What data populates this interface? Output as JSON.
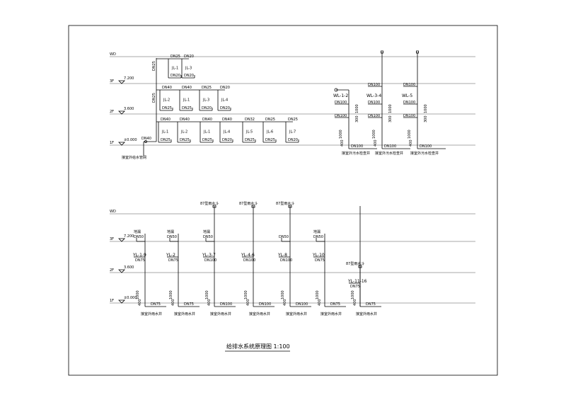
{
  "drawing_title": "给排水系统原理图 1:100",
  "levels": [
    {
      "floor": "WD",
      "elev": ""
    },
    {
      "floor": "3F",
      "elev": "7.200"
    },
    {
      "floor": "2F",
      "elev": "3.600"
    },
    {
      "floor": "1F",
      "elev": "±0.000"
    }
  ],
  "supply": {
    "inlet": "DN40",
    "inlet_note": "接室外给水管网",
    "riser_labels": [
      "DN25",
      "DN25"
    ],
    "row3": {
      "pipe": [
        "DN25",
        "DN20"
      ],
      "units": [
        "JL-1",
        "JL-3"
      ],
      "below": [
        "DN20",
        "DN20"
      ]
    },
    "row2": {
      "pipe": [
        "DN40",
        "DN40",
        "DN25",
        "DN20"
      ],
      "units": [
        "JL-2",
        "JL-1",
        "JL-3",
        "JL-4"
      ],
      "below": [
        "DN25",
        "DN25",
        "DN20",
        "DN20"
      ]
    },
    "row1": {
      "pipe": [
        "DN40",
        "DN40",
        "DN40",
        "DN40",
        "DN32",
        "DN25",
        "DN25"
      ],
      "units": [
        "JL-1",
        "JL-2",
        "JL-1",
        "JL-4",
        "JL-5",
        "JL-6",
        "JL-7"
      ],
      "below": [
        "DN25",
        "DN25",
        "DN25",
        "DN20",
        "DN25",
        "DN25",
        "DN20"
      ]
    }
  },
  "waste": {
    "units": [
      {
        "label": "WL-1-2",
        "dn": "DN100",
        "floor2": "DN100",
        "base": "DN100"
      },
      {
        "label": "WL-3-4",
        "dn": "DN100",
        "floor2": "DN100",
        "base": "DN100"
      },
      {
        "label": "WL-5",
        "dn": "DN100",
        "floor2": "DN100",
        "base": "DN100"
      }
    ],
    "dim_1000": "1000",
    "dim_300": "300",
    "dim_400": "400",
    "note": "接室外污水检查井"
  },
  "rain": {
    "units": [
      {
        "label": "YL-1-9",
        "dn": "DN75",
        "top": "DN50",
        "cap": "地漏",
        "base": "DN75",
        "note": "接室外雨水井"
      },
      {
        "label": "YL-2",
        "dn": "DN75",
        "top": "DN50",
        "cap": "地漏",
        "base": "DN75",
        "note": "接室外雨水井"
      },
      {
        "label": "YL-3-7",
        "dn": "DN100",
        "top": "DN50",
        "cap": "地漏",
        "roof": "87型雨水斗",
        "base": "DN100",
        "note": "接室外雨水井"
      },
      {
        "label": "YL-4-6",
        "dn": "DN100",
        "roof": "87型雨水斗",
        "base": "DN100",
        "note": "接室外雨水井"
      },
      {
        "label": "YL-8",
        "dn": "DN100",
        "top": "DN50",
        "roof": "87型雨水斗",
        "base": "DN100",
        "note": "接室外雨水井"
      },
      {
        "label": "YL-10",
        "dn": "DN75",
        "top": "DN50",
        "cap": "地漏",
        "base": "DN75",
        "note": "接室外雨水井"
      },
      {
        "label": "YL-11-16",
        "dn": "DN75",
        "roof": "87型雨水斗",
        "base": "DN75",
        "note": "接室外雨水井"
      }
    ],
    "dim_1000": "1000",
    "dim_400": "400"
  }
}
